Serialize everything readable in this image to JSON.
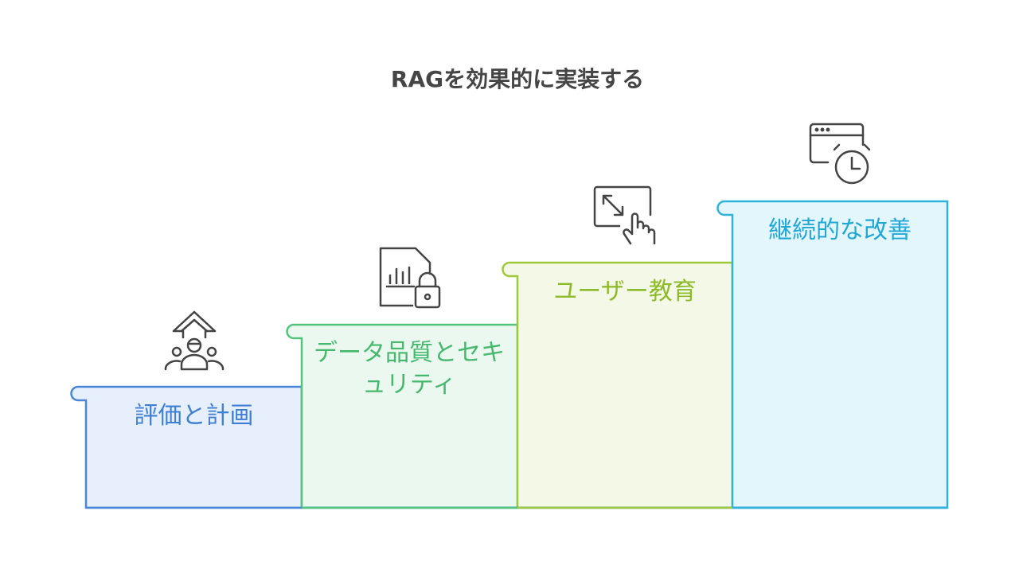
{
  "title": "RAGを効果的に実装する",
  "steps": [
    {
      "label": "評価と計画",
      "icon": "people-growth-arrow-icon",
      "stroke": "#4a86d6",
      "fill": "#e7effc",
      "text_color": "#3e7fd4"
    },
    {
      "label": "データ品質とセキュリティ",
      "icon": "secure-data-file-icon",
      "stroke": "#54c47d",
      "fill": "#eaf8ef",
      "text_color": "#45b86d"
    },
    {
      "label": "ユーザー教育",
      "icon": "touch-resize-screen-icon",
      "stroke": "#9dc93a",
      "fill": "#f3f9e6",
      "text_color": "#8dba2a"
    },
    {
      "label": "継続的な改善",
      "icon": "browser-clock-icon",
      "stroke": "#2fb2dc",
      "fill": "#e3f6fc",
      "text_color": "#21a7d6"
    }
  ]
}
